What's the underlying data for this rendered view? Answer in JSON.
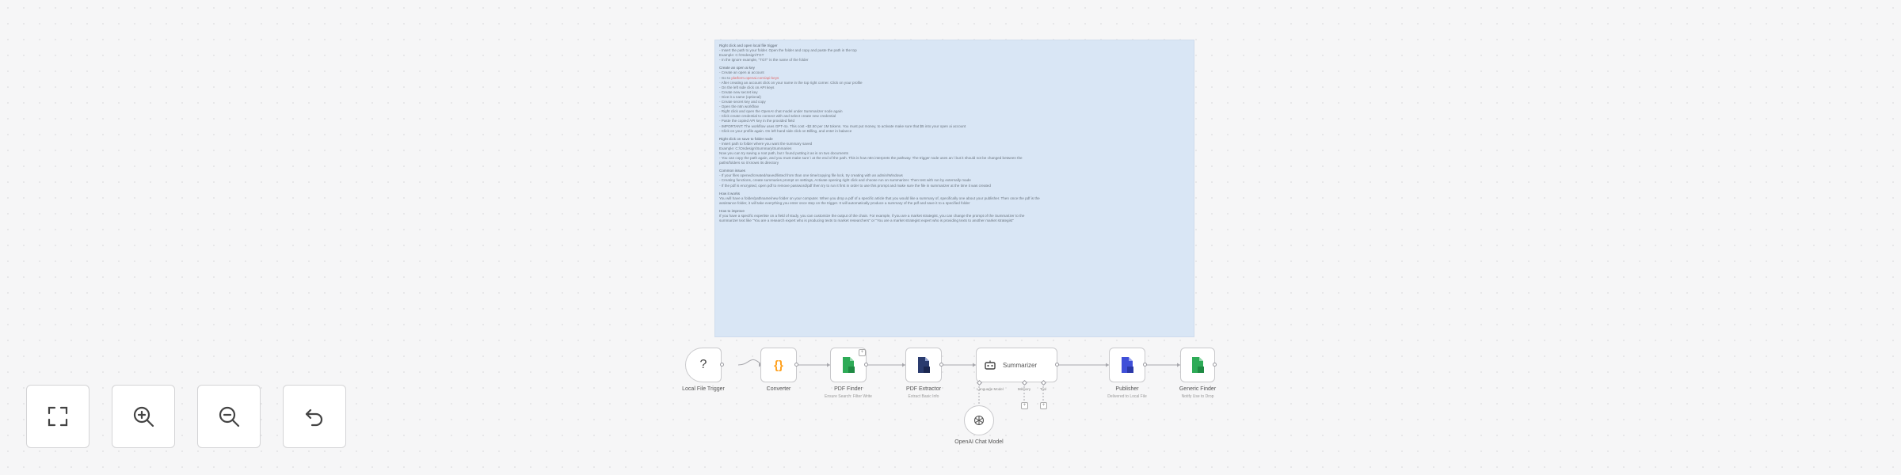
{
  "sticky_note": {
    "lines": [
      {
        "text": "Right click and open local file trigger",
        "head": true
      },
      {
        "text": "- Insert the path to your folder. Open the folder and copy and paste the path in the top"
      },
      {
        "text": "  Example: C:\\Ondesign\\TGT"
      },
      {
        "text": "- In the ignore example, \"TGT\" is the name of the folder"
      },
      {
        "text": "",
        "gap": true
      },
      {
        "text": "Create an open ai key",
        "head": true
      },
      {
        "text": "- Create an open ai account"
      },
      {
        "text": "- Go to platform.openai.com/api-keys",
        "link": "platform.openai.com/api-keys"
      },
      {
        "text": "- After creating an account click on your name in the top right corner. Click on your profile"
      },
      {
        "text": "- On the left side click on API keys"
      },
      {
        "text": "- Create new secret key"
      },
      {
        "text": "- Give it a name (optional)"
      },
      {
        "text": "- Create secret key and copy"
      },
      {
        "text": "- Open the n8n workflow"
      },
      {
        "text": "- Right click and open the OpenAI chat model under Summarizer node again"
      },
      {
        "text": "- Click create credential to connect with and select create new credential"
      },
      {
        "text": "- Paste the copied API key in the provided field"
      },
      {
        "text": "- IMPORTANT: The workflow uses GPT-4o. This cost ~$2.50 per 1M tokens. You must put money, to activate make sure that $5 into your open ai account"
      },
      {
        "text": "- Click on your profile again. On left hand side click on Billing, and enter in balance"
      },
      {
        "text": "",
        "gap": true
      },
      {
        "text": "Right click on save to folder node",
        "head": true
      },
      {
        "text": "- Insert path to folder where you want the summary saved"
      },
      {
        "text": "  Example: C:\\Ondesign\\Summary\\Summaries"
      },
      {
        "text": "Now you can try saving a root path, but I found putting it as is on two documents"
      },
      {
        "text": "- You can copy the path again, and you must make sure \\ at the end of the path. This is how n8n interprets the pathway. The trigger node uses an \\ but it should not be changed between the"
      },
      {
        "text": "  paths/folders so it knows its directory"
      },
      {
        "text": "",
        "gap": true
      },
      {
        "text": "Common issues",
        "head": true
      },
      {
        "text": "- If your files opened/created/saved/listed from than one time/copying file lock, try creating with an admin/Windows"
      },
      {
        "text": "- Creating functions, create summaries prompt on settings, Activate opening right click and choose run on summarizer. Then test with run by externally made"
      },
      {
        "text": "- If the pdf is encrypted, open pdf to remove password/pdf then try to run it first in order to use this prompt and make sure the file in summarizer at the time it was created"
      },
      {
        "text": "",
        "gap": true
      },
      {
        "text": "How it works",
        "head": true
      },
      {
        "text": "You will have a folder/pathname/new folder on your computer. When you drop a pdf of a specific article that you would like a summary of, specifically one about your publisher. Then once the pdf is the"
      },
      {
        "text": "assistance folder, it will take everything you enter once step on the trigger. It will automatically produce a summary of the pdf and save it to a specified folder"
      },
      {
        "text": "",
        "gap": true
      },
      {
        "text": "How to improve",
        "head": true
      },
      {
        "text": "If you have a specific expertise on a field of study, you can customize the output of the chain. For example, if you are a market strategist, you can change the prompt of the Summarizer to the"
      },
      {
        "text": "summarizer text like \"You are a research expert who is producing texts to market researchers\" or \"You are a market strategist expert who is providing texts to another market strategist\""
      }
    ]
  },
  "nodes": [
    {
      "id": "local-file-trigger",
      "label": "Local File Trigger",
      "sub": "",
      "icon": "question-icon",
      "glyph": "?",
      "color": "#444444"
    },
    {
      "id": "converter",
      "label": "Converter",
      "sub": "",
      "icon": "code-braces-icon",
      "glyph": "{}",
      "color": "#ff9f1a"
    },
    {
      "id": "pdf-finder",
      "label": "PDF Finder",
      "sub": "Ensure Search: Filter Write",
      "icon": "green-file-icon",
      "glyph": "",
      "color": "#2eab57"
    },
    {
      "id": "pdf-extractor",
      "label": "PDF Extractor",
      "sub": "Extract Basic Info",
      "icon": "navy-file-icon",
      "glyph": "",
      "color": "#2a3b6e"
    },
    {
      "id": "summarizer",
      "label": "Summarizer",
      "sub": "",
      "icon": "robot-icon",
      "glyph": "",
      "color": "#444444"
    },
    {
      "id": "publisher",
      "label": "Publisher",
      "sub": "Delivered to Local File",
      "icon": "blue-file-icon",
      "glyph": "",
      "color": "#3f4fd8"
    },
    {
      "id": "generic-finder",
      "label": "Generic Finder",
      "sub": "Notify Use to Drop",
      "icon": "green-file-icon",
      "glyph": "",
      "color": "#2eab57"
    }
  ],
  "summarizer_ports": {
    "model": "Language Model",
    "memory": "Memory",
    "tool": "Tool"
  },
  "sub_node": {
    "label": "OpenAI Chat Model",
    "icon": "openai-icon"
  },
  "toolbar": [
    {
      "id": "fit-view",
      "icon": "fullscreen-icon"
    },
    {
      "id": "zoom-in",
      "icon": "zoom-in-icon"
    },
    {
      "id": "zoom-out",
      "icon": "zoom-out-icon"
    },
    {
      "id": "reset-zoom",
      "icon": "undo-icon"
    }
  ]
}
